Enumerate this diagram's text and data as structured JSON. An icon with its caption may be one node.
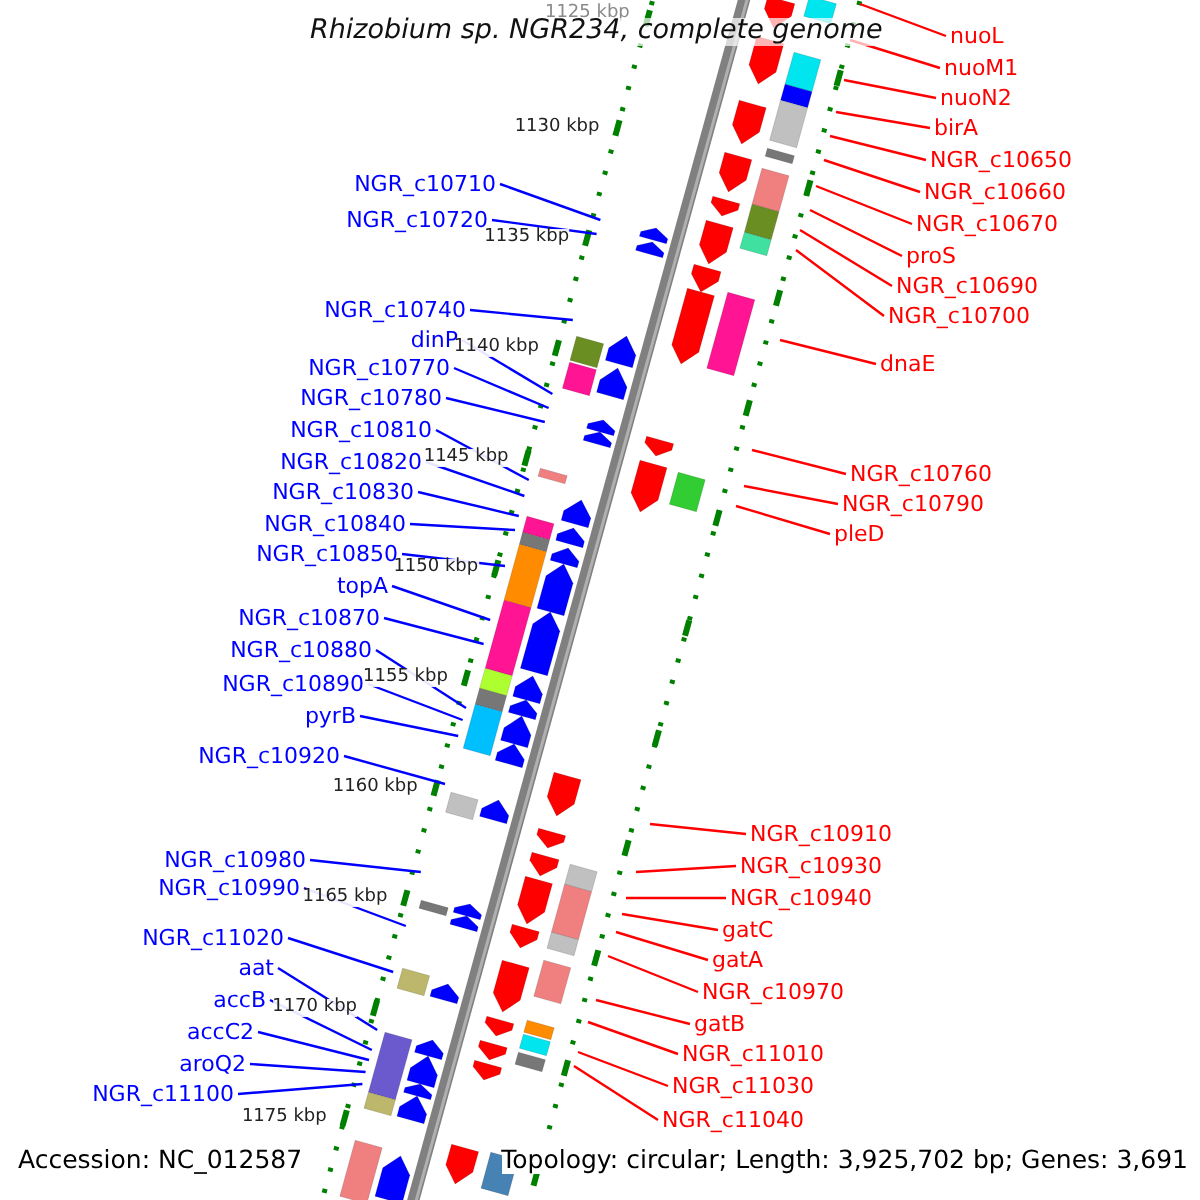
{
  "diagram": {
    "title": "Rhizobium sp. NGR234, complete genome",
    "nodes": [
      {
        "text": [
          "NGR_c10710"
        ]
      },
      {
        "text": [
          "NGR_c10720"
        ]
      },
      {
        "text": [
          "NGR_c10740"
        ]
      },
      {
        "text": [
          "dinP"
        ]
      },
      {
        "text": [
          "NGR_c10770"
        ]
      },
      {
        "text": [
          "NGR_c10780"
        ]
      },
      {
        "text": [
          "NGR_c10810"
        ]
      },
      {
        "text": [
          "NGR_c10820"
        ]
      },
      {
        "text": [
          "NGR_c10830"
        ]
      },
      {
        "text": [
          "NGR_c10840"
        ]
      },
      {
        "text": [
          "NGR_c10850"
        ]
      },
      {
        "text": [
          "topA"
        ]
      },
      {
        "text": [
          "NGR_c10870"
        ]
      },
      {
        "text": [
          "NGR_c10880"
        ]
      },
      {
        "text": [
          "NGR_c10890"
        ]
      },
      {
        "text": [
          "pyrB"
        ]
      },
      {
        "text": [
          "NGR_c10920"
        ]
      },
      {
        "text": [
          "NGR_c10980"
        ]
      },
      {
        "text": [
          "NGR_c10990"
        ]
      },
      {
        "text": [
          "NGR_c11020"
        ]
      },
      {
        "text": [
          "aat"
        ]
      },
      {
        "text": [
          "accB"
        ]
      },
      {
        "text": [
          "accC2"
        ]
      },
      {
        "text": [
          "aroQ2"
        ]
      },
      {
        "text": [
          "NGR_c11100"
        ]
      },
      {
        "text": [
          "nuoL"
        ]
      },
      {
        "text": [
          "nuoM1"
        ]
      },
      {
        "text": [
          "nuoN2"
        ]
      },
      {
        "text": [
          "birA"
        ]
      },
      {
        "text": [
          "NGR_c10650"
        ]
      },
      {
        "text": [
          "NGR_c10660"
        ]
      },
      {
        "text": [
          "NGR_c10670"
        ]
      },
      {
        "text": [
          "proS"
        ]
      },
      {
        "text": [
          "NGR_c10690"
        ]
      },
      {
        "text": [
          "NGR_c10700"
        ]
      },
      {
        "text": [
          "dnaE"
        ]
      },
      {
        "text": [
          "NGR_c10760"
        ]
      },
      {
        "text": [
          "NGR_c10790"
        ]
      },
      {
        "text": [
          "pleD"
        ]
      },
      {
        "text": [
          "NGR_c10910"
        ]
      },
      {
        "text": [
          "NGR_c10930"
        ]
      },
      {
        "text": [
          "NGR_c10940"
        ]
      },
      {
        "text": [
          "gatC"
        ]
      },
      {
        "text": [
          "gatA"
        ]
      },
      {
        "text": [
          "NGR_c10970"
        ]
      },
      {
        "text": [
          "gatB"
        ]
      },
      {
        "text": [
          "NGR_c11010"
        ]
      },
      {
        "text": [
          "NGR_c11030"
        ]
      },
      {
        "text": [
          "NGR_c11040"
        ]
      }
    ],
    "edges": [
      {
        "from": 0,
        "to": null,
        "arrow": "none"
      },
      {
        "from": 1,
        "to": null,
        "arrow": "none"
      },
      {
        "from": 2,
        "to": null,
        "arrow": "none"
      },
      {
        "from": 3,
        "to": null,
        "arrow": "none"
      },
      {
        "from": 4,
        "to": null,
        "arrow": "none"
      },
      {
        "from": 5,
        "to": null,
        "arrow": "none"
      },
      {
        "from": 6,
        "to": null,
        "arrow": "none"
      },
      {
        "from": 7,
        "to": null,
        "arrow": "none"
      },
      {
        "from": 8,
        "to": null,
        "arrow": "none"
      },
      {
        "from": 9,
        "to": null,
        "arrow": "none"
      },
      {
        "from": 10,
        "to": null,
        "arrow": "none"
      },
      {
        "from": 11,
        "to": null,
        "arrow": "none"
      },
      {
        "from": 12,
        "to": null,
        "arrow": "none"
      },
      {
        "from": 13,
        "to": null,
        "arrow": "none"
      },
      {
        "from": 14,
        "to": null,
        "arrow": "none"
      },
      {
        "from": 15,
        "to": null,
        "arrow": "none"
      },
      {
        "from": 16,
        "to": null,
        "arrow": "none"
      },
      {
        "from": 17,
        "to": null,
        "arrow": "none"
      },
      {
        "from": 18,
        "to": null,
        "arrow": "none"
      },
      {
        "from": 19,
        "to": null,
        "arrow": "none"
      },
      {
        "from": 20,
        "to": null,
        "arrow": "none"
      },
      {
        "from": 21,
        "to": null,
        "arrow": "none"
      },
      {
        "from": 22,
        "to": null,
        "arrow": "none"
      },
      {
        "from": 23,
        "to": null,
        "arrow": "none"
      },
      {
        "from": 24,
        "to": null,
        "arrow": "none"
      },
      {
        "from": 25,
        "to": null,
        "arrow": "none",
        "color": "#ff0000"
      },
      {
        "from": 26,
        "to": null,
        "arrow": "none",
        "color": "#ff0000"
      },
      {
        "from": 27,
        "to": null,
        "arrow": "none",
        "color": "#ff0000"
      },
      {
        "from": 28,
        "to": null,
        "arrow": "none",
        "color": "#ff0000"
      },
      {
        "from": 29,
        "to": null,
        "arrow": "none",
        "color": "#ff0000"
      },
      {
        "from": 30,
        "to": null,
        "arrow": "none",
        "color": "#ff0000"
      },
      {
        "from": 31,
        "to": null,
        "arrow": "none",
        "color": "#ff0000"
      },
      {
        "from": 32,
        "to": null,
        "arrow": "none",
        "color": "#ff0000"
      },
      {
        "from": 33,
        "to": null,
        "arrow": "none",
        "color": "#ff0000"
      },
      {
        "from": 34,
        "to": null,
        "arrow": "none",
        "color": "#ff0000"
      },
      {
        "from": 35,
        "to": null,
        "arrow": "none",
        "color": "#ff0000"
      },
      {
        "from": 36,
        "to": null,
        "arrow": "none",
        "color": "#ff0000"
      },
      {
        "from": 37,
        "to": null,
        "arrow": "none",
        "color": "#ff0000"
      },
      {
        "from": 38,
        "to": null,
        "arrow": "none",
        "color": "#ff0000"
      },
      {
        "from": 39,
        "to": null,
        "arrow": "none",
        "color": "#ff0000"
      },
      {
        "from": 40,
        "to": null,
        "arrow": "none",
        "color": "#ff0000"
      },
      {
        "from": 41,
        "to": null,
        "arrow": "none",
        "color": "#ff0000"
      },
      {
        "from": 42,
        "to": null,
        "arrow": "none",
        "color": "#ff0000"
      },
      {
        "from": 43,
        "to": null,
        "arrow": "none",
        "color": "#ff0000"
      },
      {
        "from": 44,
        "to": null,
        "arrow": "none",
        "color": "#ff0000"
      },
      {
        "from": 45,
        "to": null,
        "arrow": "none",
        "color": "#ff0000"
      },
      {
        "from": 46,
        "to": null,
        "arrow": "none",
        "color": "#ff0000"
      },
      {
        "from": 47,
        "to": null,
        "arrow": "none",
        "color": "#ff0000"
      },
      {
        "from": 48,
        "to": null,
        "arrow": "none",
        "color": "#ff0000"
      }
    ],
    "labels": [
      "1125 kbp",
      "1130 kbp",
      "1135 kbp",
      "1140 kbp",
      "1145 kbp",
      "1150 kbp",
      "1155 kbp",
      "1160 kbp",
      "1165 kbp",
      "1170 kbp",
      "1175 kbp",
      "Accession: NC_012587",
      "Topology: circular; Length: 3,925,702 bp; Genes: 3,691"
    ]
  }
}
